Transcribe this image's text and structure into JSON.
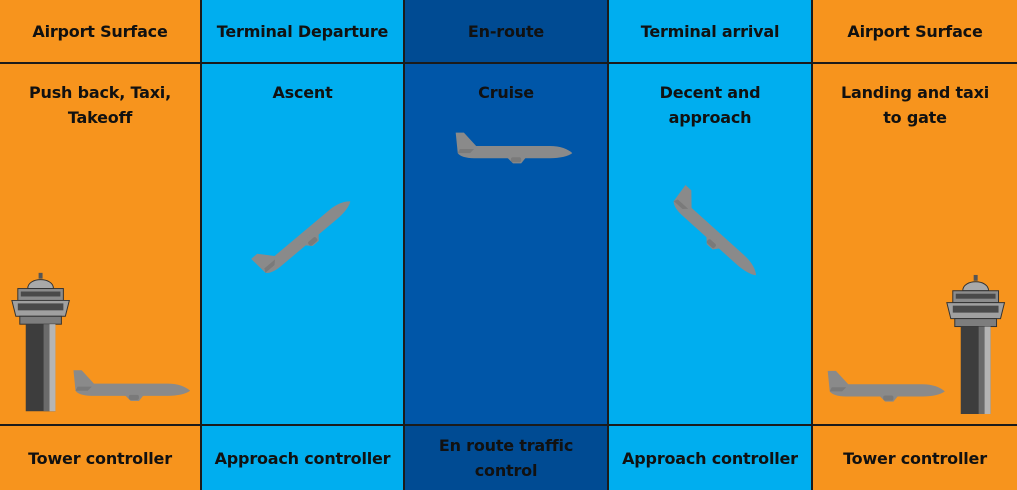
{
  "colors": {
    "surface": "#f7941d",
    "terminal": "#00aeef",
    "enroute_head": "#004b93",
    "enroute_body": "#0056a8",
    "aircraft": "#8a8a8a",
    "tower_dark": "#3d3d3d",
    "tower_light": "#a9a9a9"
  },
  "phases": [
    {
      "id": "surface-departure",
      "header": "Airport Surface",
      "phase": "Push back, Taxi,\nTakeoff",
      "controller": "Tower controller"
    },
    {
      "id": "terminal-departure",
      "header": "Terminal Departure",
      "phase": "Ascent",
      "controller": "Approach controller"
    },
    {
      "id": "en-route",
      "header": "En-route",
      "phase": "Cruise",
      "controller": "En route traffic\ncontrol"
    },
    {
      "id": "terminal-arrival",
      "header": "Terminal arrival",
      "phase": "Decent and\napproach",
      "controller": "Approach controller"
    },
    {
      "id": "surface-arrival",
      "header": "Airport Surface",
      "phase": "Landing and taxi\nto gate",
      "controller": "Tower controller"
    }
  ]
}
